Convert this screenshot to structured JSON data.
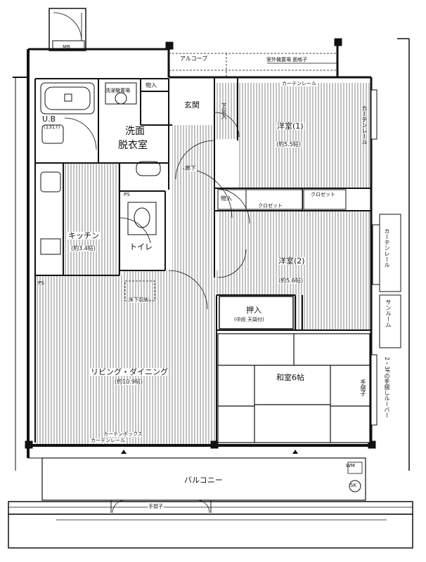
{
  "labels": {
    "mb": "MB",
    "alcove": "アルコーブ",
    "ext_note": "室外機置場 面格子",
    "curtain_rail_top": "カーテンレール",
    "store1": "物入",
    "ub": "U.B",
    "ub_size": "(1317)",
    "washer": "洗濯機置場",
    "laundry": "洗面",
    "laundry2": "脱衣室",
    "entrance": "玄関",
    "shoes": "下足入",
    "room1": "洋室(1)",
    "room1_size": "(約5.5帖)",
    "corridor": "廊下",
    "store2": "物入",
    "closet1": "クロゼット",
    "closet2": "クロゼット",
    "kitchen": "キッチン",
    "kitchen_size": "(約3.4帖)",
    "toilet": "トイレ",
    "room2": "洋室(2)",
    "room2_size": "(約5.6帖)",
    "oshiire": "押入",
    "oshiire_note": "(中段 天袋付)",
    "washitsu": "和室6帖",
    "living": "リビング・ダイニング",
    "living_size": "(約10.9帖)",
    "floor_storage": "床下収納",
    "ps1": "PS",
    "ps2": "PS",
    "curtain_box": "カーテンボックス",
    "curtain_rail_bottom": "カーテンレール",
    "curtain_rail_right": "カーテンレール",
    "curtain_rail_right2": "カーテンレール",
    "balcony": "バルコニー",
    "railing": "手摺子",
    "wm": "WM",
    "sk": "SK",
    "sunroom": "サンルーム",
    "louver": "2・3Fの手摺しルーバー",
    "handrail_side": "手摺子"
  },
  "colors": {
    "line": "#111111",
    "hatch": "#7a7a7a",
    "fill": "#ffffff"
  }
}
